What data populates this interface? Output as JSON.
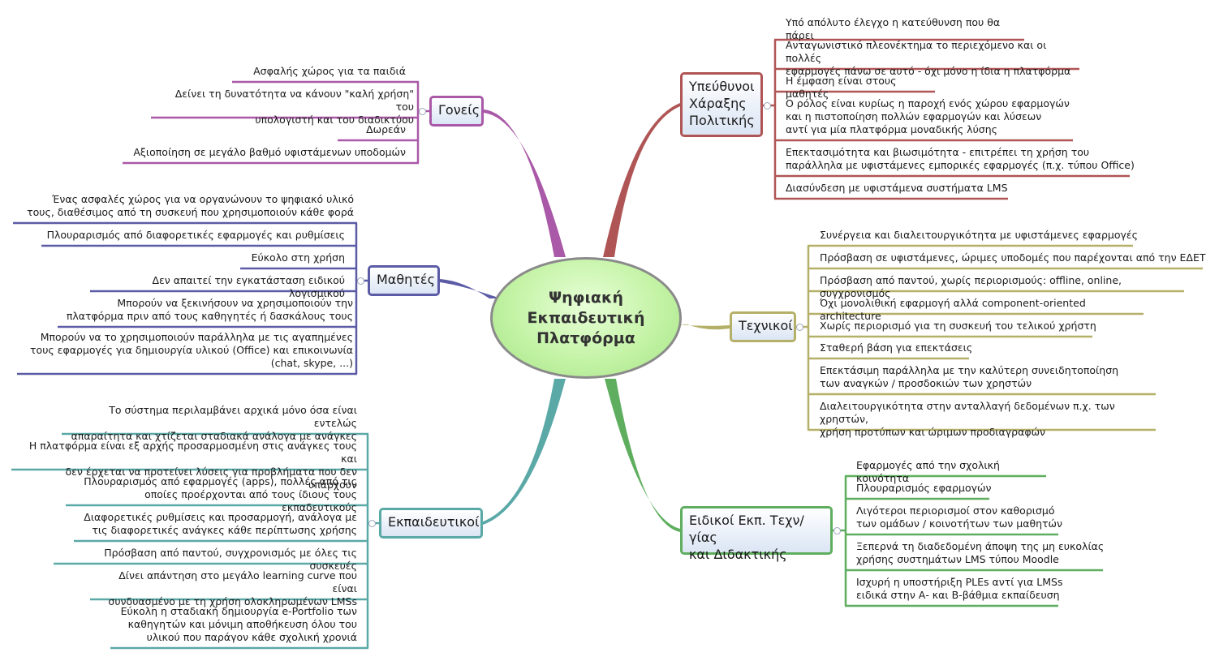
{
  "central": {
    "title": "Ψηφιακή\nΕκπαιδευτική\nΠλατφόρμα"
  },
  "branches": {
    "ypeuthynoi": {
      "title": "Υπεύθυνοι\nΧάραξης\nΠολιτικής",
      "color": "#b05555",
      "items": [
        "Υπό απόλυτο έλεγχο η κατεύθυνση που θα πάρει",
        "Ανταγωνιστικό πλεονέκτημα το περιεχόμενο και οι πολλές\nεφαρμογές πάνω σε αυτό - όχι μόνο η ίδια η πλατφόρμα",
        "Η έμφαση είναι στους μαθητές",
        "Ο ρόλος είναι κυρίως η παροχή ενός χώρου εφαρμογών\nκαι η πιστοποίηση πολλών εφαρμογών και λύσεων\nαντί για μία πλατφόρμα μοναδικής λύσης",
        "Επεκτασιμότητα και βιωσιμότητα - επιτρέπει τη χρήση του\nπαράλληλα με υφιστάμενες εμπορικές εφαρμογές (π.χ. τύπου Office)",
        "Διασύνδεση με υφιστάμενα συστήματα LMS"
      ]
    },
    "technikoi": {
      "title": "Τεχνικοί",
      "color": "#b5b068",
      "items": [
        "Συνέργεια και διαλειτουργικότητα με υφιστάμενες εφαρμογές",
        "Πρόσβαση σε υφιστάμενες, ώριμες υποδομές που παρέχονται από την ΕΔΕΤ",
        "Πρόσβαση από παντού, χωρίς περιορισμούς: offline, online, συγχρονισμός",
        "Όχι μονολιθική εφαρμογή αλλά component-oriented architecture",
        "Χωρίς περιορισμό για τη συσκευή του τελικού χρήστη",
        "Σταθερή βάση για επεκτάσεις",
        "Επεκτάσιμη παράλληλα με την καλύτερη συνειδητοποίηση\nτων αναγκών / προσδοκιών των χρηστών",
        "Διαλειτουργικότητα στην ανταλλαγή δεδομένων π.χ. των χρηστών,\nχρήση προτύπων και ώριμων προδιαγραφών"
      ]
    },
    "eidikoi": {
      "title": "Ειδικοί Εκπ. Τεχν/γίας\nκαι Διδακτικής",
      "color": "#5fae5f",
      "items": [
        "Εφαρμογές από την σχολική κοινότητα",
        "Πλουραρισμός εφαρμογών",
        "Λιγότεροι περιορισμοί στον καθορισμό\nτων ομάδων / κοινοτήτων των μαθητών",
        "Ξεπερνά τη διαδεδομένη άποψη της μη ευκολίας\nχρήσης συστημάτων LMS τύπου Moodle",
        "Ισχυρή η υποστήριξη PLEs αντί για LMSs\nειδικά στην Α- και Β-βάθμια εκπαίδευση"
      ]
    },
    "goneis": {
      "title": "Γονείς",
      "color": "#a959a7",
      "items": [
        "Ασφαλής χώρος για τα παιδιά",
        "Δείνει τη δυνατότητα να κάνουν \"καλή χρήση\" του\nυπολογιστή και του διαδικτύου",
        "Δωρεάν",
        "Αξιοποίηση σε μεγάλο βαθμό υφιστάμενων υποδομών"
      ]
    },
    "mathites": {
      "title": "Μαθητές",
      "color": "#5c5ba6",
      "items": [
        "Ένας ασφαλές χώρος για να οργανώνουν το ψηφιακό υλικό\nτους, διαθέσιμος από τη συσκευή που χρησιμοποιούν κάθε φορά",
        "Πλουραρισμός από διαφορετικές εφαρμογές και ρυθμίσεις",
        "Εύκολο στη χρήση",
        "Δεν απαιτεί την εγκατάσταση ειδικού λογισμικού",
        "Μπορούν να ξεκινήσουν να χρησιμοποιούν την\nπλατφόρμα πριν από τους καθηγητές ή δασκάλους τους",
        "Μπορούν να το χρησιμοποιούν παράλληλα με τις αγαπημένες\nτους εφαρμογές για δημιουργία υλικού (Office) και επικοινωνία\n(chat, skype, ...)"
      ]
    },
    "ekpaideutikoi": {
      "title": "Εκπαιδευτικοί",
      "color": "#5aa9a7",
      "items": [
        "Το σύστημα περιλαμβάνει αρχικά μόνο όσα είναι εντελώς\nαπαραίτητα και  χτίζεται σταδιακά ανάλογα με ανάγκες",
        "Η πλατφόρμα είναι εξ αρχής προσαρμοσμένη στις ανάγκες τους και\nδεν έρχεται να προτείνει λύσεις για προβλήματα που δεν υπάρχουν",
        "Πλουραρισμός από εφαρμογές (apps), πολλές από τις\nοποίες προέρχονται από τους ίδιους τους εκπαδευτικούς",
        "Διαφορετικές ρυθμίσεις και προσαρμογή, ανάλογα με\nτις διαφορετικές ανάγκες κάθε περίπτωσης χρήσης",
        "Πρόσβαση από παντού, συγχρονισμός με όλες τις συσκευές",
        "Δίνει απάντηση στο μεγάλο learning curve που είναι\nσυνδυασμένο με τη χρήση ολοκληρωμένων LMSs",
        "Εύκολη η σταδιακή δημιουργία e-Portfolio των\nκαθηγητών και μόνιμη αποθήκευση όλου του\nυλικού που παράγον κάθε σχολική χρονιά"
      ]
    }
  }
}
